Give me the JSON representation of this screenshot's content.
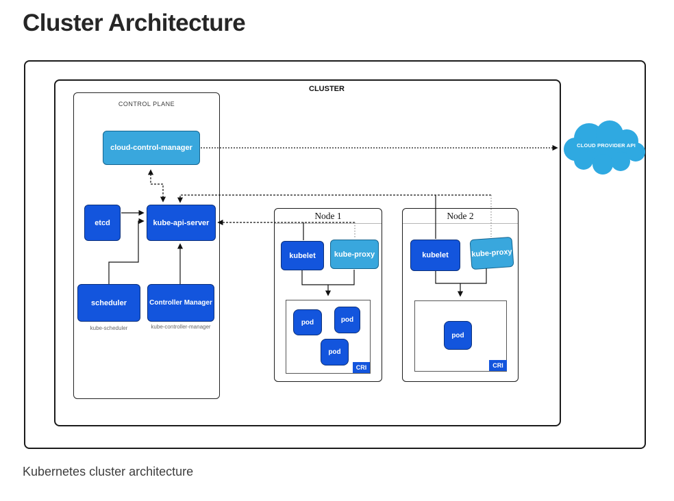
{
  "page": {
    "title": "Cluster Architecture",
    "caption": "Kubernetes cluster architecture"
  },
  "diagram": {
    "cluster_label": "CLUSTER",
    "control_plane": {
      "label": "CONTROL PLANE",
      "cloud_control_manager": "cloud-control-manager",
      "etcd": "etcd",
      "kube_api_server": "kube-api-server",
      "scheduler": "scheduler",
      "scheduler_sublabel": "kube-scheduler",
      "controller_manager": "Controller Manager",
      "controller_manager_sublabel": "kube-controller-manager"
    },
    "nodes": [
      {
        "label": "Node 1",
        "kubelet": "kubelet",
        "kube_proxy": "kube-proxy",
        "pods": [
          "pod",
          "pod",
          "pod"
        ],
        "cri": "CRI"
      },
      {
        "label": "Node 2",
        "kubelet": "kubelet",
        "kube_proxy": "kube-proxy",
        "pods": [
          "pod"
        ],
        "cri": "CRI"
      }
    ],
    "cloud_provider_api": "CLOUD PROVIDER API",
    "colors": {
      "dark_blue": "#1355dd",
      "light_blue": "#39a7dd",
      "cloud_blue": "#2fa9e1",
      "frame_border": "#1a1a1a"
    }
  }
}
